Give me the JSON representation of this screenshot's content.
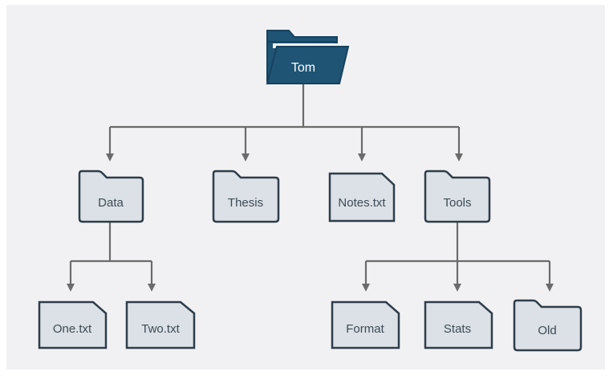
{
  "colors": {
    "background": "#f1f1f3",
    "connector": "#6b6b6b",
    "node_fill": "#dbe1e6",
    "node_stroke": "#2e3d4a",
    "root_fill": "#1f5475",
    "root_stroke": "#17425d"
  },
  "tree": {
    "root": {
      "label": "Tom",
      "kind": "folder-open-icon"
    },
    "children": [
      {
        "label": "Data",
        "kind": "folder-icon",
        "children": [
          {
            "label": "One.txt",
            "kind": "file-icon"
          },
          {
            "label": "Two.txt",
            "kind": "file-icon"
          }
        ]
      },
      {
        "label": "Thesis",
        "kind": "folder-icon"
      },
      {
        "label": "Notes.txt",
        "kind": "file-icon"
      },
      {
        "label": "Tools",
        "kind": "folder-icon",
        "children": [
          {
            "label": "Format",
            "kind": "file-icon"
          },
          {
            "label": "Stats",
            "kind": "file-icon"
          },
          {
            "label": "Old",
            "kind": "folder-icon"
          }
        ]
      }
    ]
  }
}
